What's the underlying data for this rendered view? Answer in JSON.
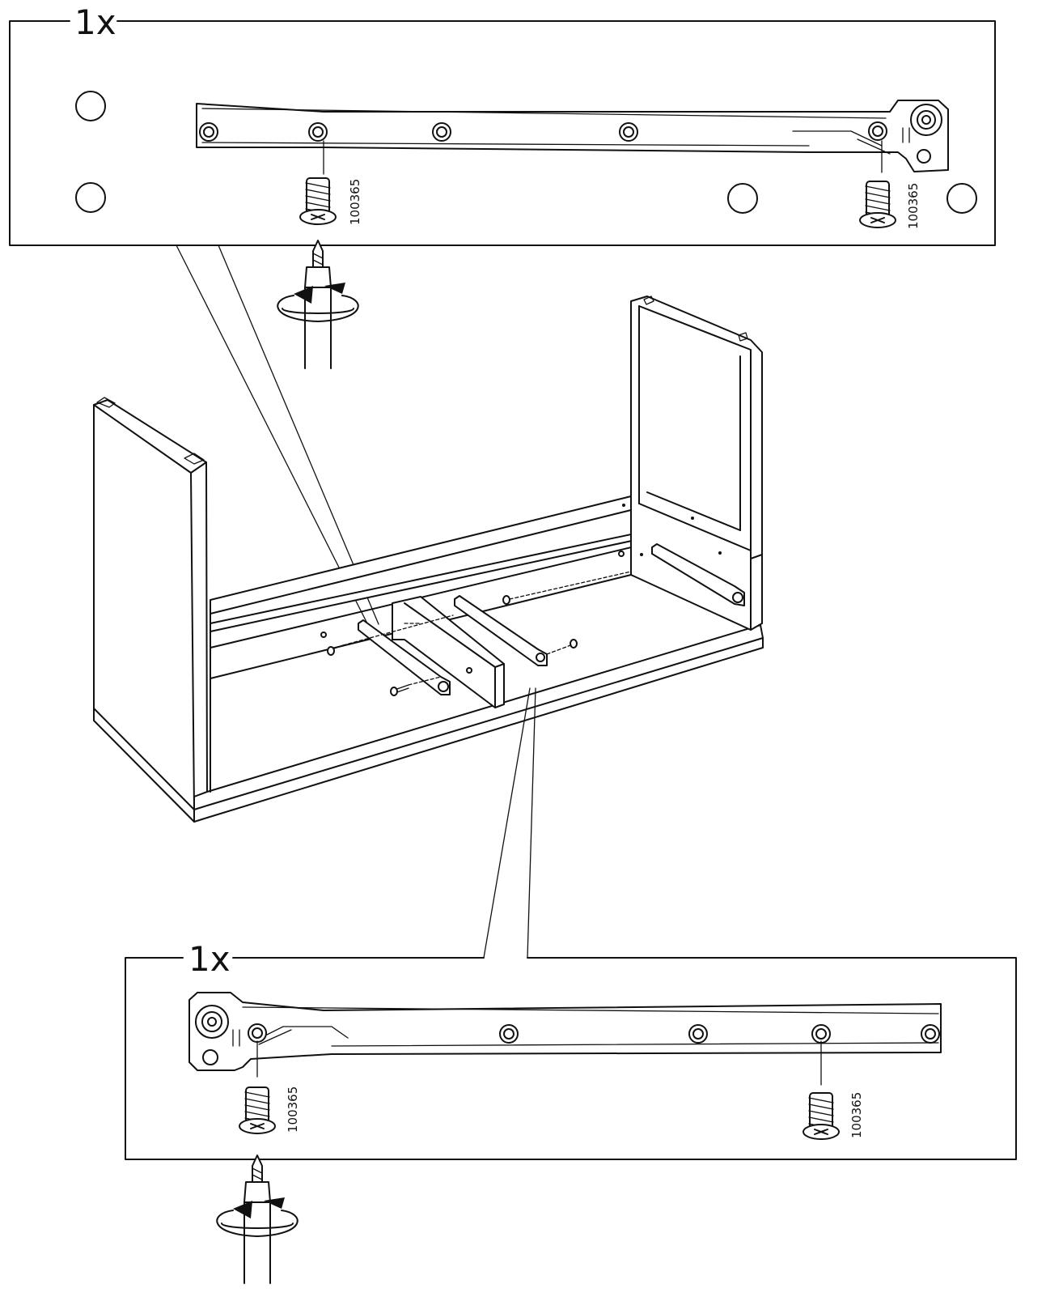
{
  "detail_top": {
    "quantity": "1x",
    "screw_left_part_number": "100365",
    "screw_right_part_number": "100365"
  },
  "detail_bottom": {
    "quantity": "1x",
    "screw_left_part_number": "100365",
    "screw_right_part_number": "100365"
  }
}
